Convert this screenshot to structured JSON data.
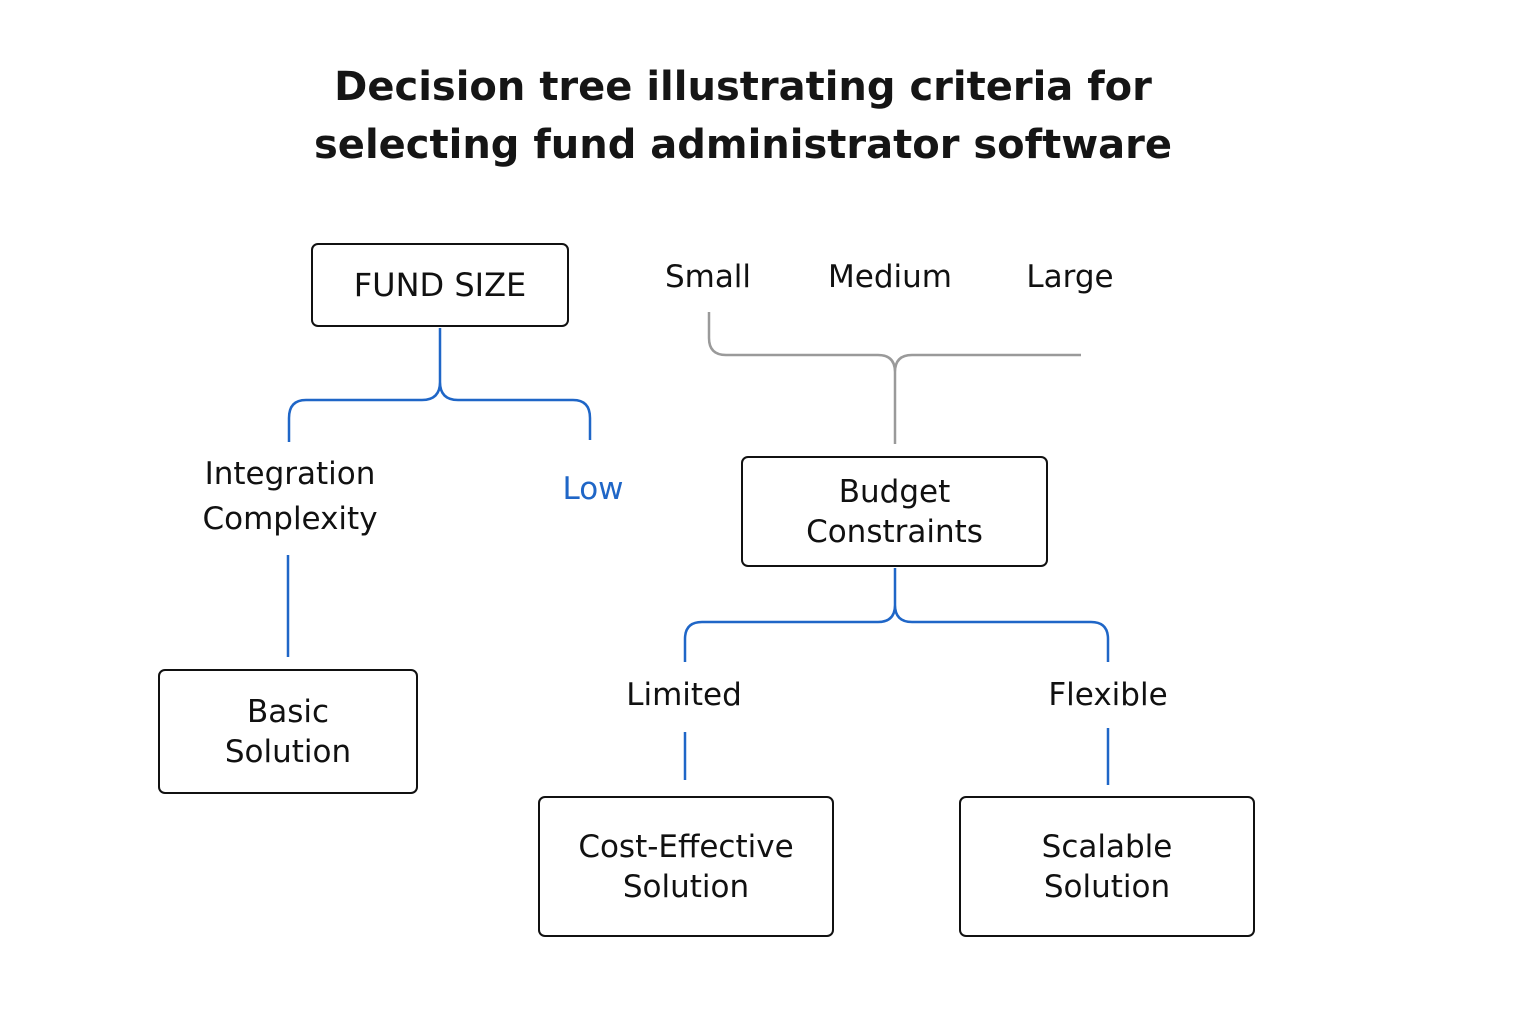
{
  "title": {
    "line1": "Decision tree illustrating criteria for",
    "line2": "selecting fund administrator software"
  },
  "nodes": {
    "fund_size": "FUND SIZE",
    "budget_constraints": "Budget\nConstraints",
    "basic_solution": "Basic\nSolution",
    "cost_effective_solution": "Cost-Effective\nSolution",
    "scalable_solution": "Scalable\nSolution"
  },
  "edge_labels": {
    "integration_complexity": "Integration\nComplexity",
    "low": "Low",
    "small": "Small",
    "medium": "Medium",
    "large": "Large",
    "limited": "Limited",
    "flexible": "Flexible"
  },
  "colors": {
    "blue_connector": "#1f66c7",
    "gray_connector": "#9a9a9a",
    "box_border": "#111111"
  }
}
